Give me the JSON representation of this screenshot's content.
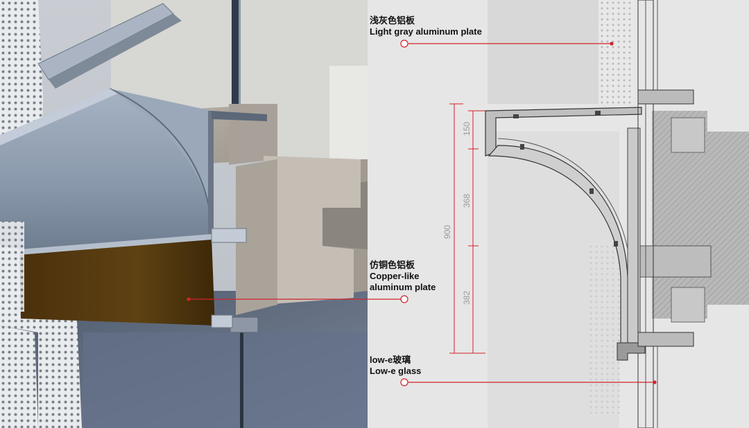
{
  "colors": {
    "accent_red": "#d2232a",
    "text": "#111111",
    "drawing_bg": "#e6e6e6",
    "aluminum_light": "#dfe2e6",
    "copper": "#5a3d12"
  },
  "callouts": [
    {
      "zh": "浅灰色铝板",
      "en": "Light gray aluminum plate"
    },
    {
      "zh": "仿铜色铝板",
      "en_line1": "Copper-like",
      "en_line2": "aluminum plate"
    },
    {
      "zh": "low-e玻璃",
      "en": "Low-e glass"
    }
  ],
  "dimensions": {
    "total": "900",
    "segments": [
      "150",
      "368",
      "382"
    ]
  }
}
